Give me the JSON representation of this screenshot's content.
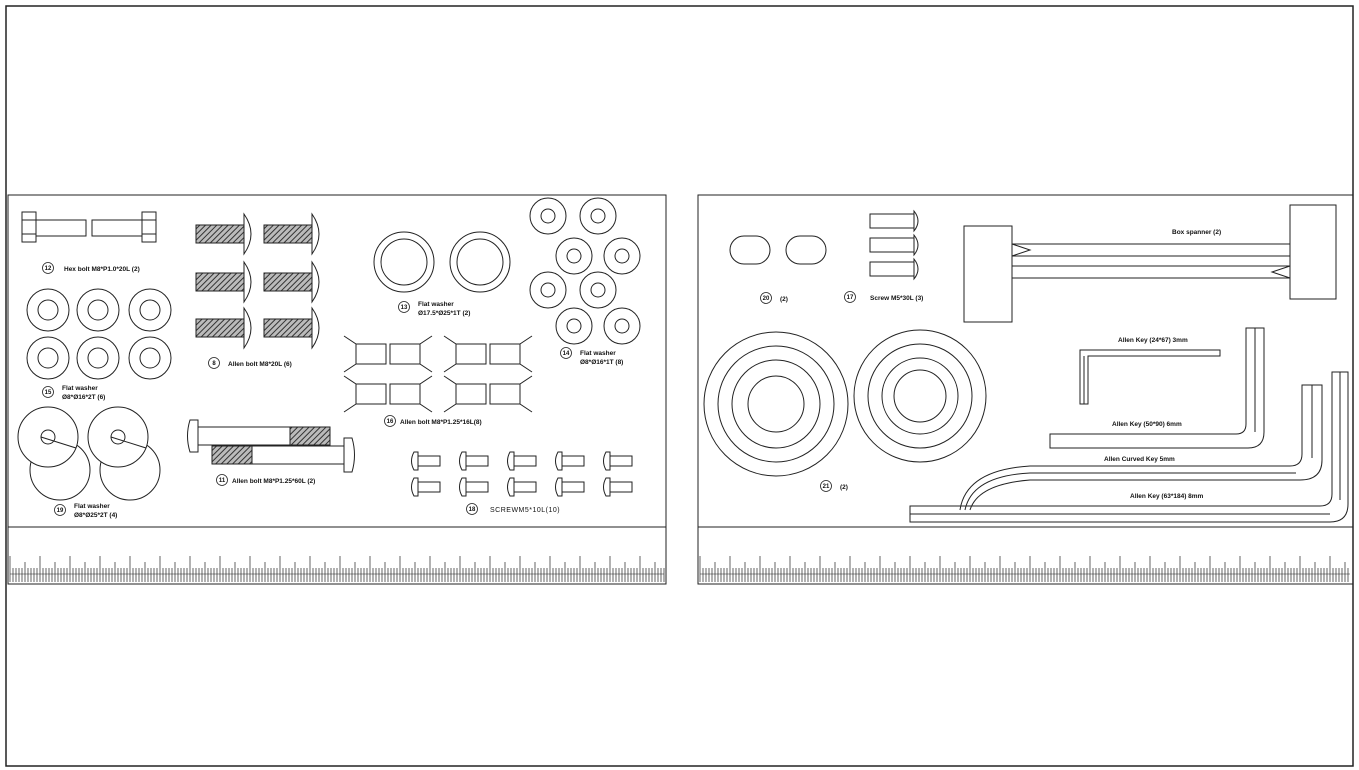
{
  "colors": {
    "line": "#222222",
    "hatch": "#555555",
    "background": "#ffffff"
  },
  "left_panel": {
    "hex_bolt": {
      "num": "12",
      "label": "Hex bolt M8*P1.0*20L (2)"
    },
    "allen_bolt_short": {
      "num": "8",
      "label": "Allen bolt M8*20L (6)"
    },
    "flat_washer_large": {
      "num": "13",
      "line1": "Flat washer",
      "line2": "Ø17.5*Ø25*1T (2)"
    },
    "flat_washer_small": {
      "num": "14",
      "line1": "Flat washer",
      "line2": "Ø8*Ø16*1T (8)"
    },
    "flat_washer_thick": {
      "num": "15",
      "line1": "Flat washer",
      "line2": "Ø8*Ø16*2T (6)"
    },
    "allen_bolt_m8_25": {
      "num": "16",
      "label": "Allen bolt M8*P1.25*16L(8)"
    },
    "flat_washer_slotted": {
      "num": "19",
      "line1": "Flat washer",
      "line2": "Ø8*Ø25*2T (4)"
    },
    "allen_bolt_long": {
      "num": "11",
      "label": "Allen bolt M8*P1.25*60L (2)"
    },
    "screw_m5": {
      "num": "18",
      "label": "SCREWM5*10L(10)"
    }
  },
  "right_panel": {
    "caps": {
      "num": "20",
      "label": "(2)"
    },
    "screw_m5_30": {
      "num": "17",
      "label": "Screw M5*30L (3)"
    },
    "box_spanner": {
      "label": "Box spanner (2)"
    },
    "allen_key_3": {
      "label": "Allen Key (24*67) 3mm"
    },
    "allen_key_6": {
      "label": "Allen Key (50*90) 6mm"
    },
    "allen_curved": {
      "label": "Allen Curved Key 5mm"
    },
    "allen_key_8": {
      "label": "Allen Key (63*184) 8mm"
    },
    "rings": {
      "num": "21",
      "label": "(2)"
    }
  }
}
